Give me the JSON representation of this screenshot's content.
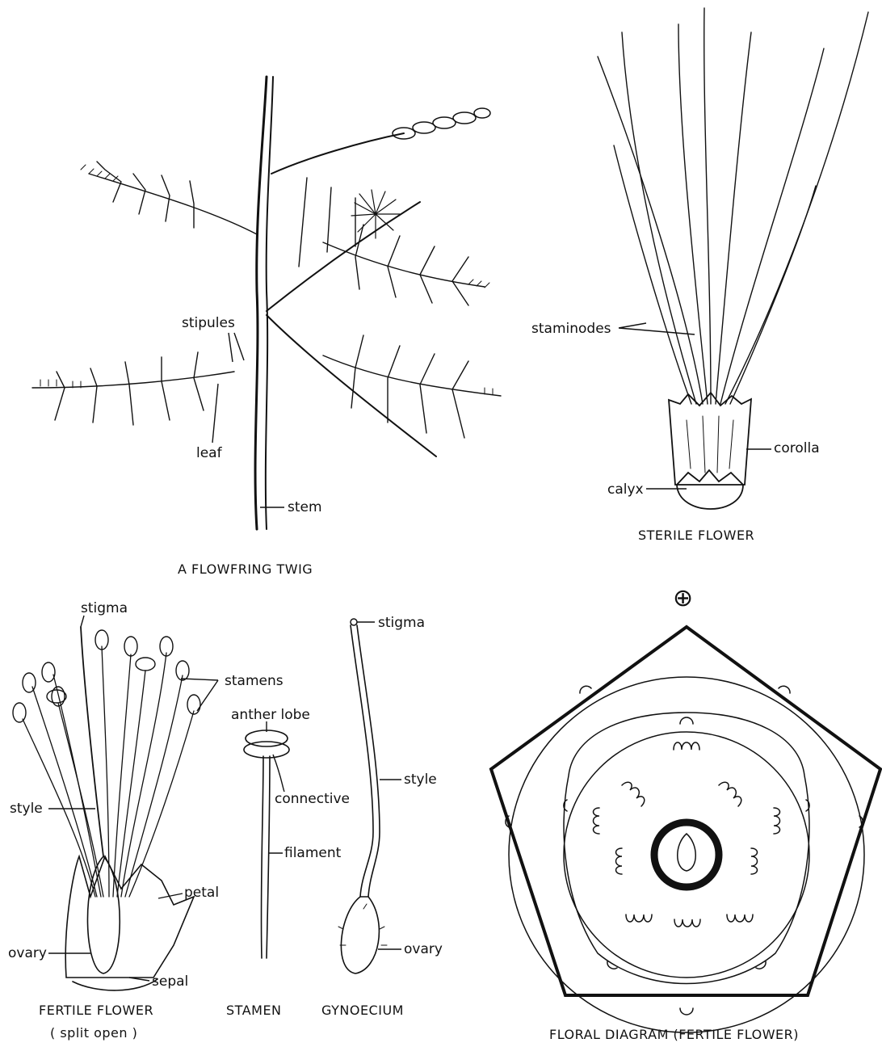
{
  "panels": {
    "twig": {
      "caption": "A FLOWFRING TWIG",
      "labels": {
        "stipules": "stipules",
        "leaf": "leaf",
        "stem": "stem"
      }
    },
    "sterile": {
      "caption": "STERILE FLOWER",
      "labels": {
        "staminodes": "staminodes",
        "corolla": "corolla",
        "calyx": "calyx"
      }
    },
    "fertile": {
      "caption": "FERTILE FLOWER",
      "subcaption": "( split open )",
      "labels": {
        "stigma": "stigma",
        "stamens": "stamens",
        "style": "style",
        "petal": "petal",
        "ovary": "ovary",
        "sepal": "sepal"
      }
    },
    "stamen": {
      "caption": "STAMEN",
      "labels": {
        "anther_lobe": "anther lobe",
        "connective": "connective",
        "filament": "filament"
      }
    },
    "gynoecium": {
      "caption": "GYNOECIUM",
      "labels": {
        "stigma": "stigma",
        "style": "style",
        "ovary": "ovary"
      }
    },
    "floral_diagram": {
      "symbol": "⊕",
      "caption": "FLORAL DIAGRAM (FERTILE FLOWER)"
    }
  }
}
